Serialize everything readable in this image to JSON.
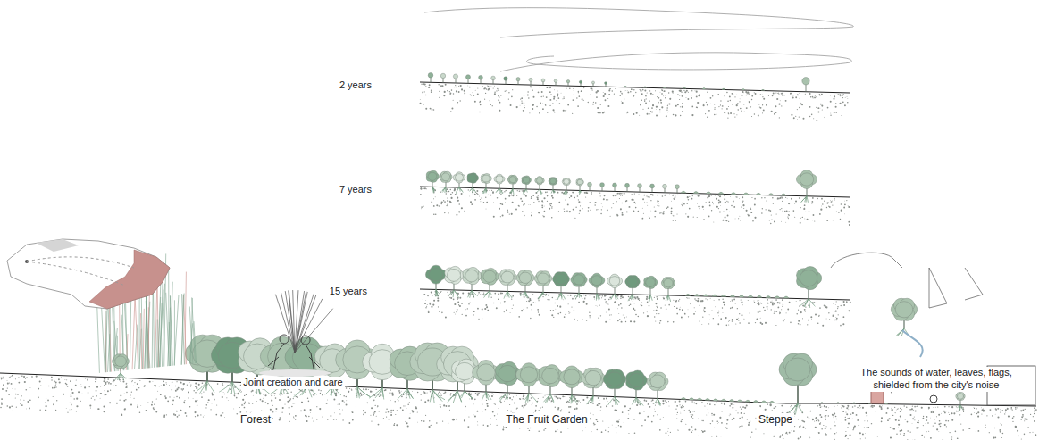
{
  "diagram": {
    "labels": [
      "2 years",
      "7 years",
      "15 years",
      "Joint creation and care",
      "The sounds of water, leaves, flags, shielded from the city's noise",
      "Forest",
      "The Fruit Garden",
      "Steppe"
    ]
  }
}
